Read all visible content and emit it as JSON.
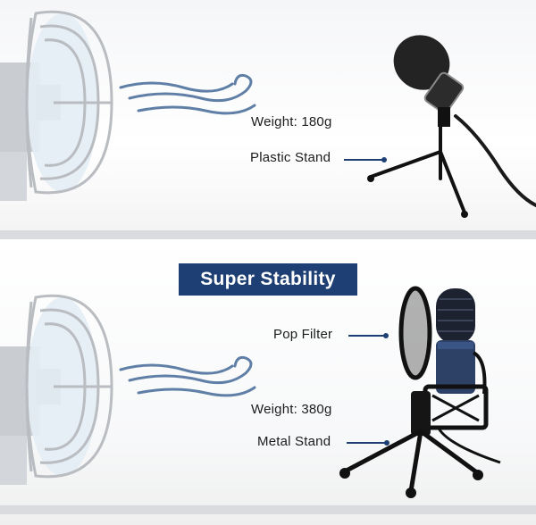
{
  "top": {
    "weight_label": "Weight: 180g",
    "stand_label": "Plastic Stand"
  },
  "bottom": {
    "badge_text": "Super Stability",
    "pop_filter_label": "Pop Filter",
    "weight_label": "Weight: 380g",
    "stand_label": "Metal Stand"
  },
  "icons": {
    "fan": "fan-icon",
    "wind": "wind-icon",
    "microphone_foam": "foam-microphone-icon",
    "microphone_metal": "metal-microphone-icon",
    "tripod": "tripod-icon",
    "pop_filter": "pop-filter-icon"
  },
  "colors": {
    "accent": "#1e3f73",
    "wind": "#5f7fa6",
    "badge_text": "#ffffff"
  }
}
